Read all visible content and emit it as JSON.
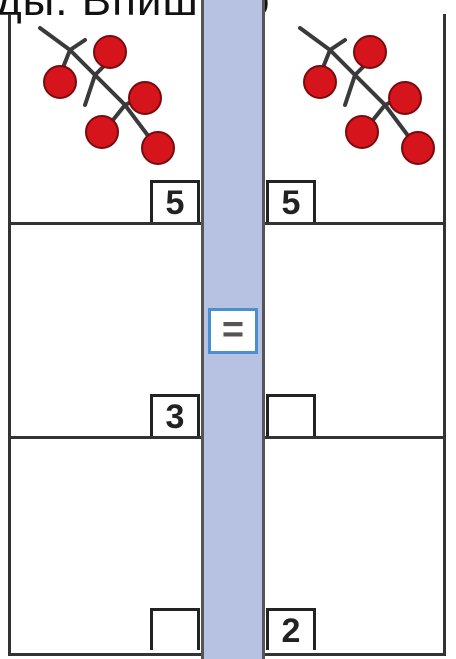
{
  "header": {
    "text": "ды. Впишито"
  },
  "rows": [
    {
      "left_count": "5",
      "right_count": "5"
    },
    {
      "left_count": "3",
      "right_count": ""
    },
    {
      "left_count": "",
      "right_count": "2"
    }
  ],
  "sign": "=",
  "colors": {
    "column": "#b7c2e2",
    "berry": "#d5141c",
    "stem": "#3a3a3a"
  },
  "icons": [
    "berry-branch-icon"
  ]
}
